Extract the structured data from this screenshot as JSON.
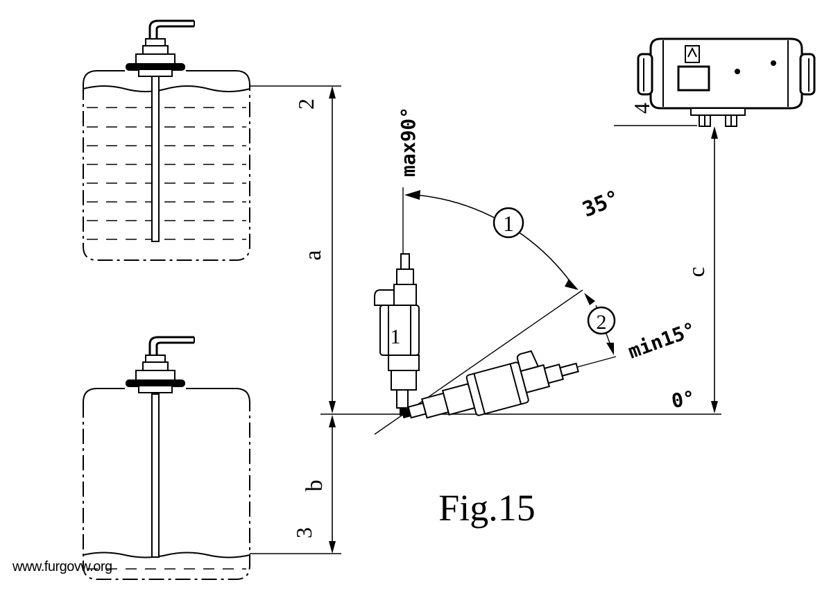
{
  "figure": {
    "caption": "Fig.15",
    "watermark": "www.furgovw.org"
  },
  "dimensions": {
    "a": "a",
    "b": "b",
    "c": "c"
  },
  "parts": {
    "tank_top_ref": "2",
    "tank_bottom_ref": "3",
    "heater_ref": "4",
    "pump_label": "1"
  },
  "angles": {
    "max": "max90°",
    "mid": "35°",
    "min": "min15°",
    "zero": "0°"
  },
  "zones": {
    "zone_1": "1",
    "zone_2": "2"
  }
}
